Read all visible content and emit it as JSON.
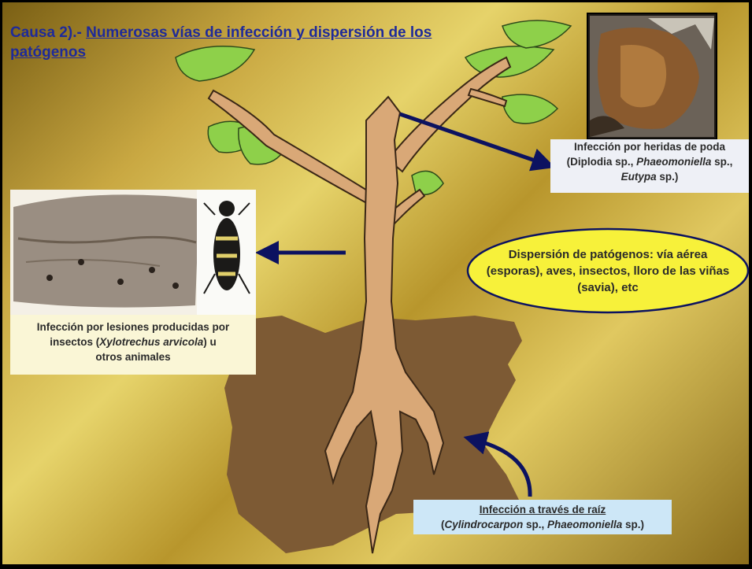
{
  "title": {
    "lead": "Causa 2).- ",
    "underlined": "Numerosas vías de infección y dispersión de los patógenos"
  },
  "pruning_caption": {
    "line1": "Infección por heridas de poda",
    "line2_a": "(Diplodia sp., ",
    "line2_b": "Phaeomoniella",
    "line2_c": " sp.,",
    "line3_a": "Eutypa",
    "line3_b": " sp.)"
  },
  "insect_caption": {
    "line1": "Infección por lesiones producidas por",
    "line2_a": "insectos (",
    "line2_b": "Xylotrechus arvicola",
    "line2_c": ") u",
    "line3": "otros animales"
  },
  "dispersal": {
    "text": "Dispersión de patógenos: vía aérea (esporas), aves, insectos, lloro de las viñas (savia), etc"
  },
  "root_caption": {
    "line1": "Infección a través de raíz",
    "line2_a": "(",
    "line2_b": "Cylindrocarpon",
    "line2_c": " sp., ",
    "line2_d": "Phaeomoniella",
    "line2_e": " sp.)"
  },
  "colors": {
    "title": "#1e2a9a",
    "arrow": "#0c1260",
    "soil": "#7d5a34",
    "trunk": "#d9a877",
    "leaf": "#8ed04a",
    "ellipse": "#f7f13a"
  }
}
